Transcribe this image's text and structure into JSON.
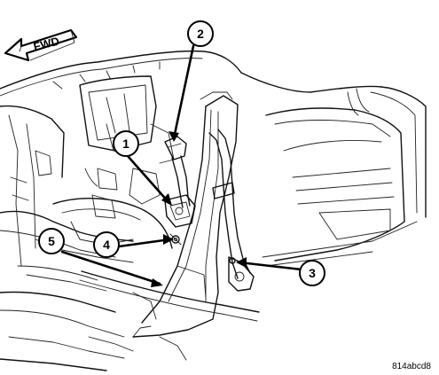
{
  "figure": {
    "direction_label": "FWD",
    "image_code": "814abcd8",
    "callouts": [
      {
        "number": "1"
      },
      {
        "number": "2"
      },
      {
        "number": "3"
      },
      {
        "number": "4"
      },
      {
        "number": "5"
      }
    ]
  }
}
